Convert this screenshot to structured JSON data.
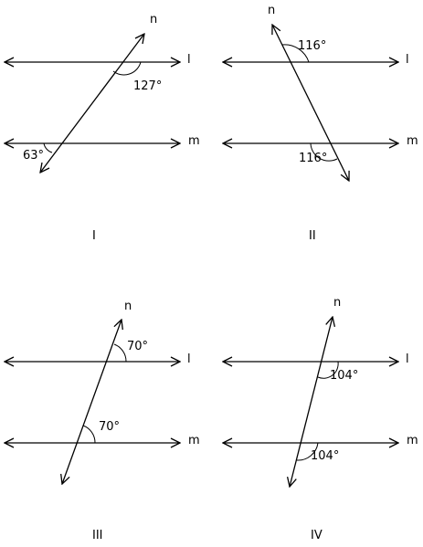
{
  "line_labels": {
    "l": "l",
    "m": "m",
    "n": "n"
  },
  "figures": [
    {
      "id": "I",
      "caption": "I",
      "angle_labels": [
        "127°",
        "63°"
      ]
    },
    {
      "id": "II",
      "caption": "II",
      "angle_labels": [
        "116°",
        "116°"
      ]
    },
    {
      "id": "III",
      "caption": "III",
      "angle_labels": [
        "70°",
        "70°"
      ]
    },
    {
      "id": "IV",
      "caption": "IV",
      "angle_labels": [
        "104°",
        "104°"
      ]
    }
  ]
}
